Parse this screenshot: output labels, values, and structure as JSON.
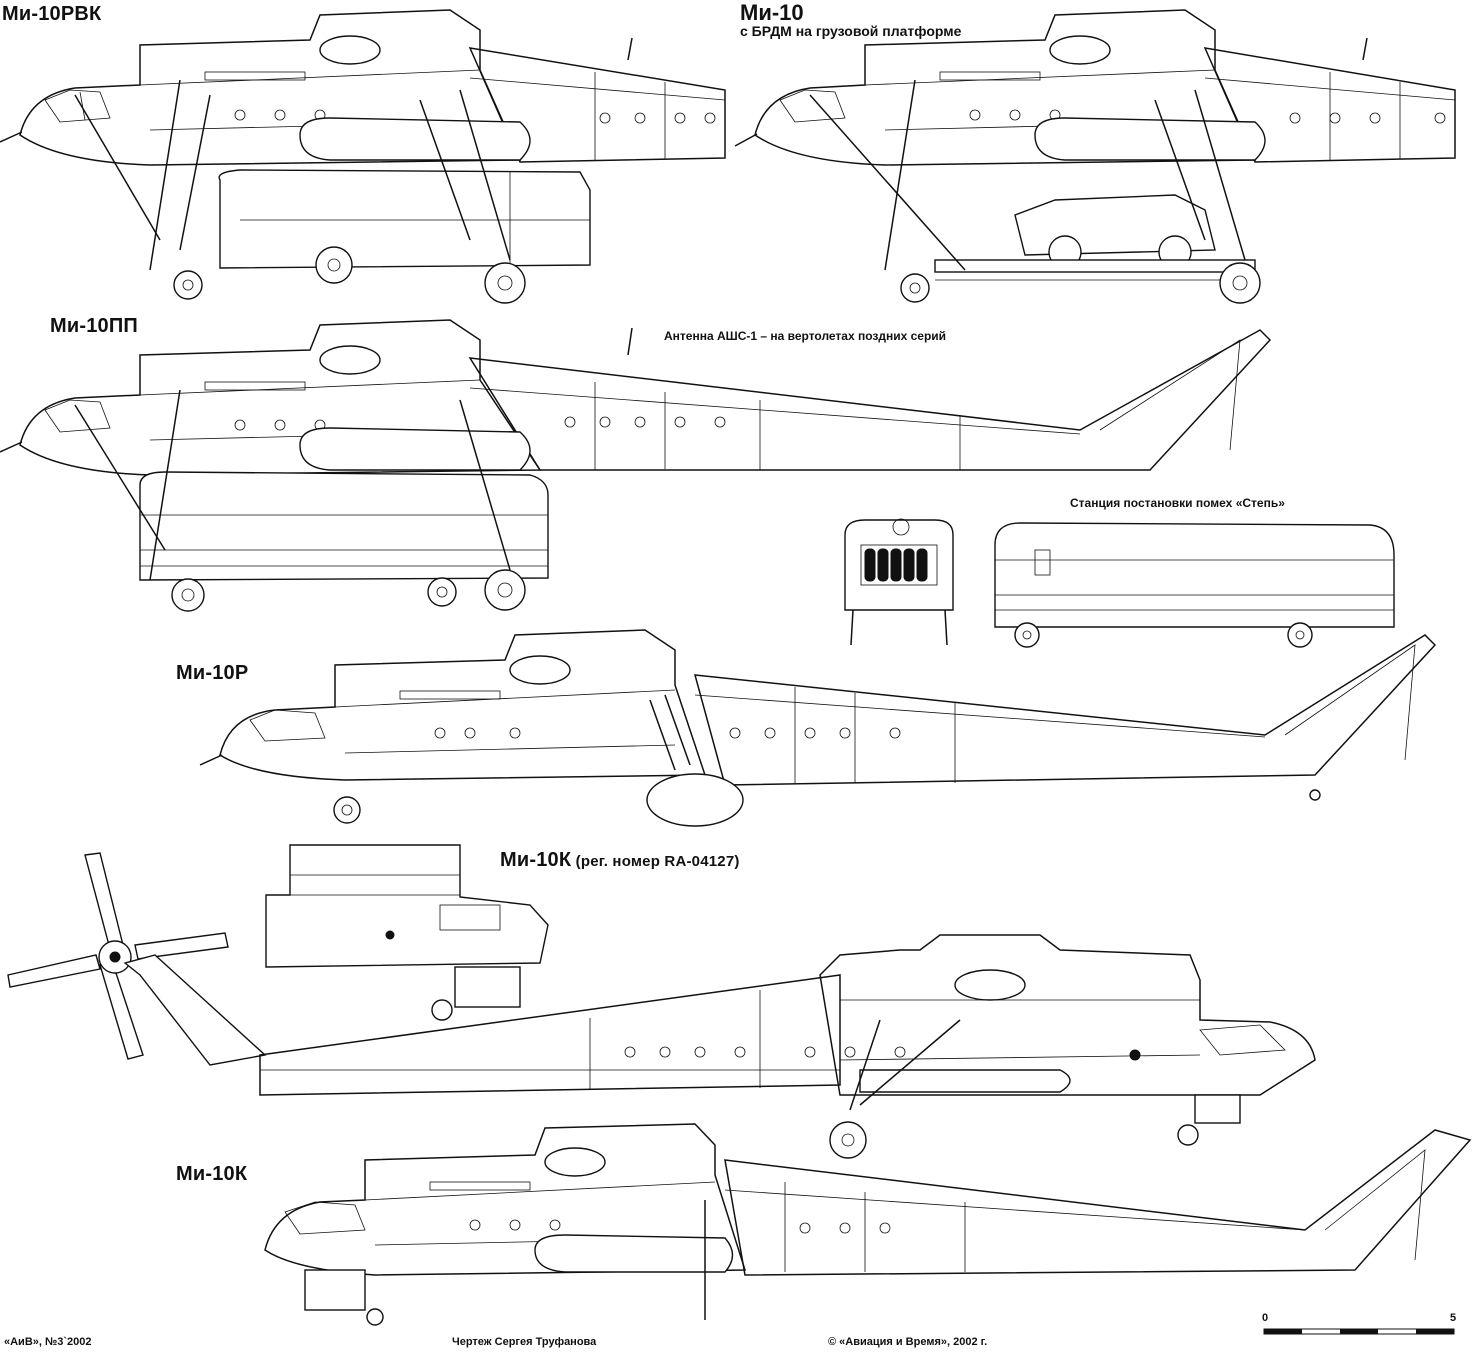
{
  "labels": {
    "rvk": "Ми-10РВК",
    "mi10_title": "Ми-10",
    "mi10_sub": "с БРДМ на грузовой платформе",
    "pp": "Ми-10ПП",
    "antenna": "Антенна АШС-1 – на вертолетах поздних серий",
    "station": "Станция постановки помех «Степь»",
    "r": "Ми-10Р",
    "k_reg": "Ми-10К",
    "k_reg_extra": " (рег. номер RA-04127)",
    "k": "Ми-10К"
  },
  "credits": {
    "issue": "«АиВ», №3`2002",
    "drawing": "Чертеж  Сергея Труфанова",
    "copyright": "© «Авиация и Время», 2002 г."
  },
  "scale": {
    "start": "0",
    "end": "5"
  }
}
